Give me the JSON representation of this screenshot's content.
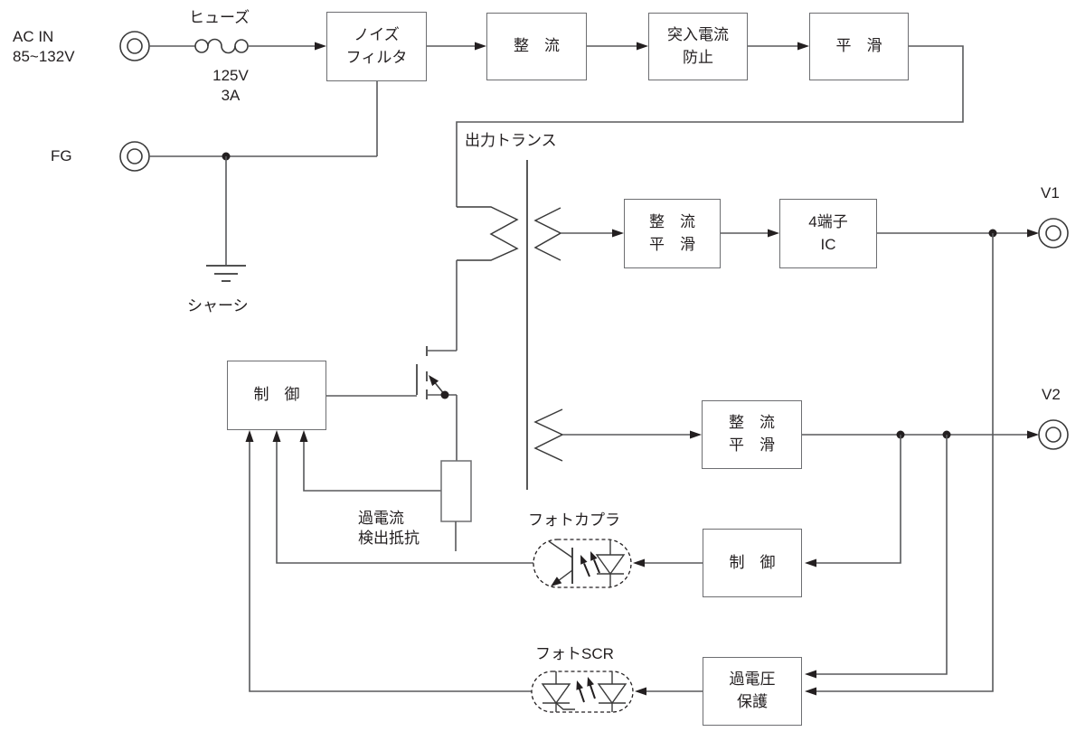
{
  "labels": {
    "ac_input": "AC IN\n85~132V",
    "fuse": "ヒューズ",
    "fuse_rating": "125V\n3A",
    "fg": "FG",
    "chassis": "シャーシ",
    "transformer": "出力トランス",
    "overcurrent_resistor": "過電流\n検出抵抗",
    "photocoupler": "フォトカプラ",
    "photo_scr": "フォトSCR",
    "v1": "V1",
    "v2": "V2"
  },
  "blocks": {
    "noise_filter": "ノイズ\nフィルタ",
    "rectifier": "整　流",
    "inrush_current_prevention": "突入電流\n防止",
    "smoothing": "平　滑",
    "rectify_smooth_v1": "整　流\n平　滑",
    "four_terminal_ic": "4端子\nIC",
    "rectify_smooth_v2": "整　流\n平　滑",
    "control_primary": "制　御",
    "control_secondary": "制　御",
    "overvoltage_protection": "過電圧\n保護"
  },
  "colors": {
    "wire": "#58595b",
    "symbol": "#3a3a3a",
    "box_border": "#6d6e71",
    "text": "#231f20",
    "background": "#ffffff"
  }
}
